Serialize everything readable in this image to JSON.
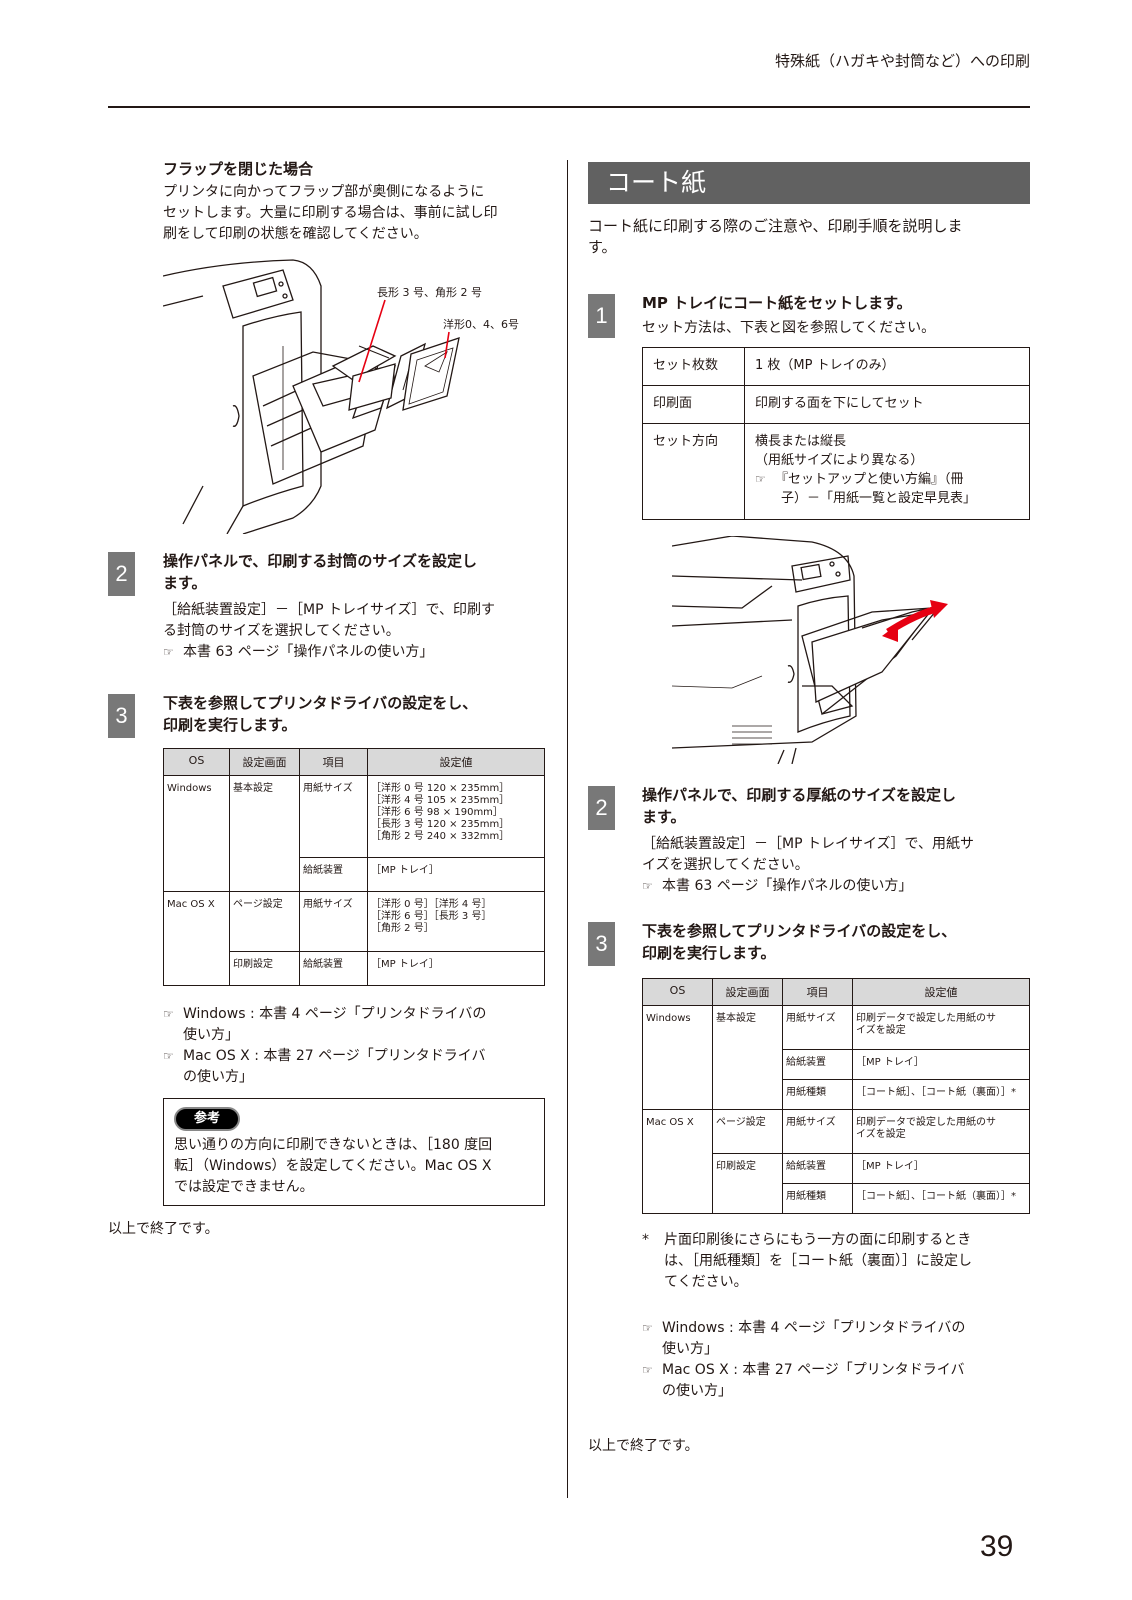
{
  "header": {
    "running_title": "特殊紙（ハガキや封筒など）への印刷"
  },
  "left": {
    "flap": {
      "title": "フラップを閉じた場合",
      "body": [
        "プリンタに向かってフラップ部が奥側になるように",
        "セットします。大量に印刷する場合は、事前に試し印",
        "刷をして印刷の状態を確認してください。"
      ]
    },
    "figure": {
      "label_1": "長形 3 号、角形 2 号",
      "label_2": "洋形0、4、6号"
    },
    "step2": {
      "num": "2",
      "title": [
        "操作パネルで、印刷する封筒のサイズを設定し",
        "ます。"
      ],
      "body": [
        "［給紙装置設定］－［MP トレイサイズ］で、印刷す",
        "る封筒のサイズを選択してください。"
      ],
      "ref": "本書 63 ページ「操作パネルの使い方」"
    },
    "step3": {
      "num": "3",
      "title": [
        "下表を参照してプリンタドライバの設定をし、",
        "印刷を実行します。"
      ]
    },
    "table": {
      "headers": [
        "OS",
        "設定画面",
        "項目",
        "設定値"
      ],
      "win_os": "Windows",
      "win_screen": "基本設定",
      "item_size": "用紙サイズ",
      "win_size_values": [
        "［洋形 0 号 120 × 235mm］",
        "［洋形 4 号 105 × 235mm］",
        "［洋形 6 号 98 × 190mm］",
        "［長形 3 号 120 × 235mm］",
        "［角形 2 号 240 × 332mm］"
      ],
      "item_source": "給紙装置",
      "source_value": "［MP トレイ］",
      "mac_os": "Mac OS X",
      "mac_screen_page": "ページ設定",
      "mac_size_values": [
        "［洋形 0 号］［洋形 4 号］",
        "［洋形 6 号］［長形 3 号］",
        "［角形 2 号］"
      ],
      "mac_screen_print": "印刷設定"
    },
    "refs": [
      [
        "Windows : 本書 4 ページ「プリンタドライバの",
        "使い方」"
      ],
      [
        "Mac OS X : 本書 27 ページ「プリンタドライバ",
        "の使い方」"
      ]
    ],
    "note": {
      "badge": "参考",
      "body": [
        "思い通りの方向に印刷できないときは、［180 度回",
        "転］（Windows）を設定してください。Mac OS X",
        "では設定できません。"
      ]
    },
    "end": "以上で終了です。"
  },
  "right": {
    "section_title": "コート紙",
    "intro": [
      "コート紙に印刷する際のご注意や、印刷手順を説明しま",
      "す。"
    ],
    "step1": {
      "num": "1",
      "title": "MP トレイにコート紙をセットします。",
      "body": "セット方法は、下表と図を参照してください。"
    },
    "set_table": {
      "rows": [
        {
          "label": "セット枚数",
          "value": [
            "1 枚（MP トレイのみ）"
          ]
        },
        {
          "label": "印刷面",
          "value": [
            "印刷する面を下にしてセット"
          ]
        },
        {
          "label": "セット方向",
          "value": [
            "横長または縦長",
            "（用紙サイズにより異なる）"
          ],
          "ref": [
            "『セットアップと使い方編』（冊",
            "子）－「用紙一覧と設定早見表」"
          ]
        }
      ]
    },
    "step2": {
      "num": "2",
      "title": [
        "操作パネルで、印刷する厚紙のサイズを設定し",
        "ます。"
      ],
      "body": [
        "［給紙装置設定］－［MP トレイサイズ］で、用紙サ",
        "イズを選択してください。"
      ],
      "ref": "本書 63 ページ「操作パネルの使い方」"
    },
    "step3": {
      "num": "3",
      "title": [
        "下表を参照してプリンタドライバの設定をし、",
        "印刷を実行します。"
      ]
    },
    "table": {
      "headers": [
        "OS",
        "設定画面",
        "項目",
        "設定値"
      ],
      "win_os": "Windows",
      "win_screen": "基本設定",
      "item_size": "用紙サイズ",
      "size_value": [
        "印刷データで設定した用紙のサ",
        "イズを設定"
      ],
      "item_source": "給紙装置",
      "source_value": "［MP トレイ］",
      "item_type": "用紙種類",
      "type_value": "［コート紙］、［コート紙（裏面）］*",
      "mac_os": "Mac OS X",
      "mac_screen_page": "ページ設定",
      "mac_screen_print": "印刷設定"
    },
    "footnote": {
      "mark": "*",
      "body": [
        "片面印刷後にさらにもう一方の面に印刷するとき",
        "は、［用紙種類］を［コート紙（裏面）］に設定し",
        "てください。"
      ]
    },
    "refs": [
      [
        "Windows : 本書 4 ページ「プリンタドライバの",
        "使い方」"
      ],
      [
        "Mac OS X : 本書 27 ページ「プリンタドライバ",
        "の使い方」"
      ]
    ],
    "end": "以上で終了です。"
  },
  "page_number": "39",
  "icons": {
    "reference": "pointing-hand-icon"
  }
}
